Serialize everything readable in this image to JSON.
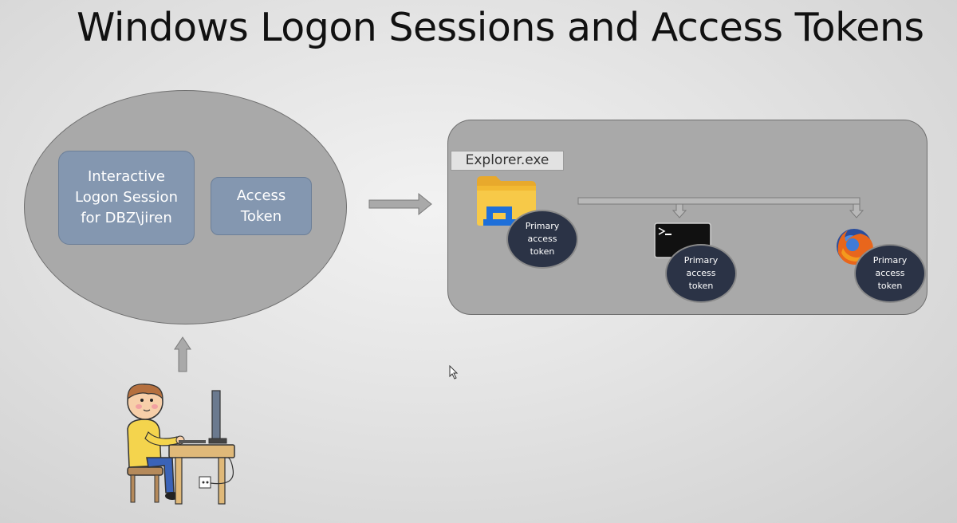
{
  "title": "Windows Logon Sessions and Access Tokens",
  "logon_session": {
    "line1": "Interactive",
    "line2": "Logon Session",
    "line3": "for DBZ\\jiren"
  },
  "access_token": {
    "line1": "Access",
    "line2": "Token"
  },
  "processes": {
    "explorer_label": "Explorer.exe",
    "token_line1": "Primary",
    "token_line2": "access",
    "token_line3": "token",
    "icons": [
      "folder-icon",
      "terminal-icon",
      "firefox-icon"
    ]
  },
  "colors": {
    "session_gray": "#a9a9a9",
    "box_blue": "#8497b0",
    "token_navy": "#2b3346"
  }
}
